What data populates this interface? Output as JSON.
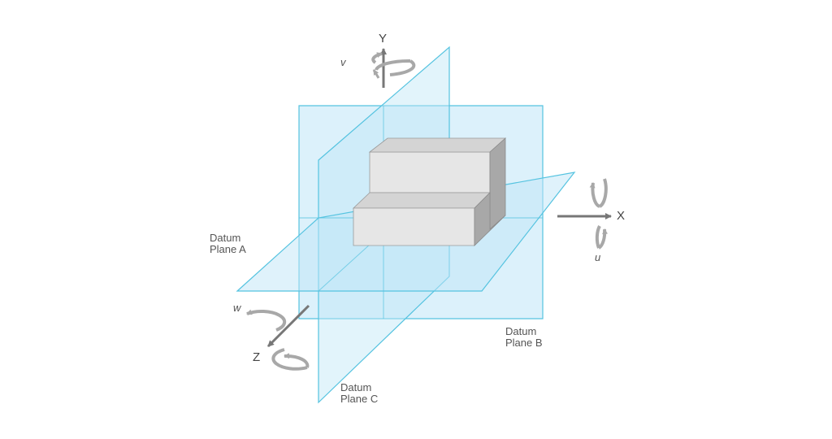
{
  "planes": {
    "a": {
      "line1": "Datum",
      "line2": "Plane A"
    },
    "b": {
      "line1": "Datum",
      "line2": "Plane B"
    },
    "c": {
      "line1": "Datum",
      "line2": "Plane C"
    }
  },
  "axes": {
    "x": "X",
    "y": "Y",
    "z": "Z"
  },
  "rotations": {
    "u": "u",
    "v": "v",
    "w": "w"
  },
  "colors": {
    "plane_fill": "#bfe6f7",
    "plane_edge": "#55c3e0",
    "block_front": "#e6e6e6",
    "block_top": "#d4d4d4",
    "block_side": "#a8a8a8",
    "arrow": "#777777",
    "rotation_arrow": "#a8a8a8"
  }
}
